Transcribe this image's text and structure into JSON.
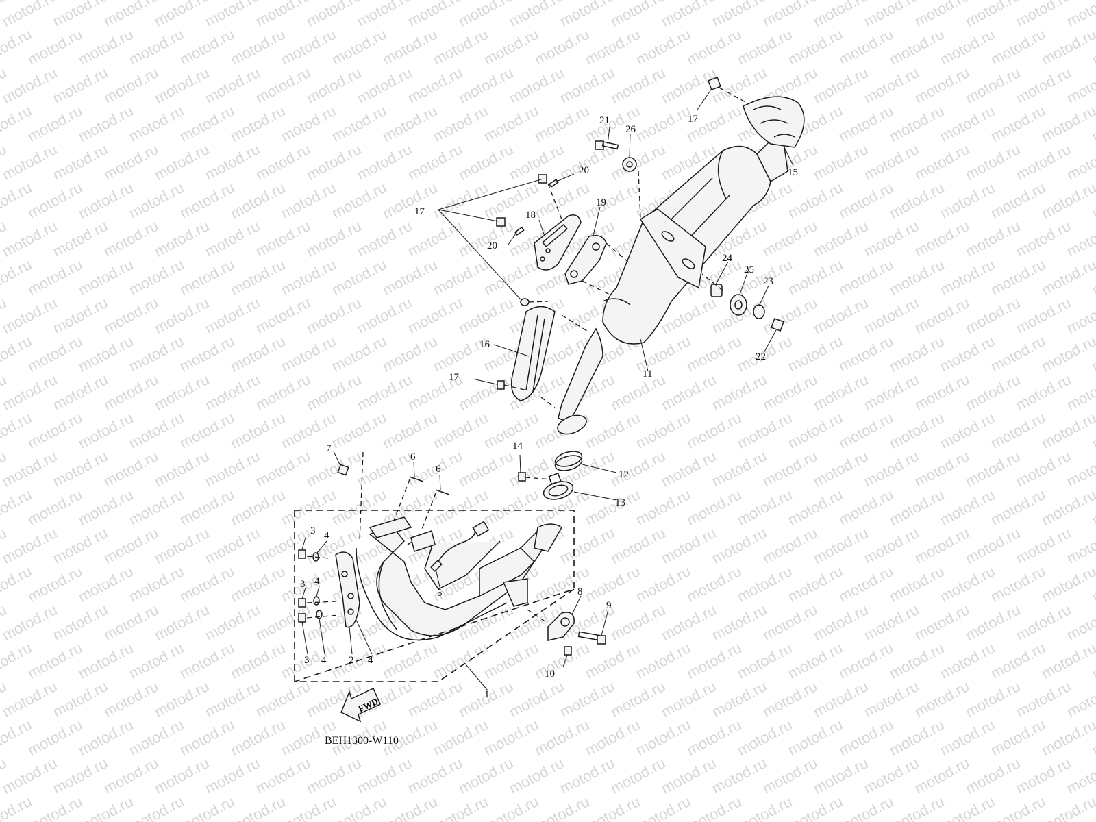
{
  "watermark": {
    "text": "motod.ru"
  },
  "diagram": {
    "code": "BEH1300-W110",
    "fwd_label": "FWD",
    "labels": {
      "l1": "1",
      "l2": "2",
      "l3a": "3",
      "l3b": "3",
      "l3c": "3",
      "l4a": "4",
      "l4b": "4",
      "l4c": "4",
      "l4d": "4",
      "l5": "5",
      "l6a": "6",
      "l6b": "6",
      "l7": "7",
      "l8": "8",
      "l9": "9",
      "l10": "10",
      "l11": "11",
      "l12": "12",
      "l13": "13",
      "l14": "14",
      "l15": "15",
      "l16": "16",
      "l17a": "17",
      "l17b": "17",
      "l17c": "17",
      "l18": "18",
      "l19": "19",
      "l20a": "20",
      "l20b": "20",
      "l21": "21",
      "l22": "22",
      "l23": "23",
      "l24": "24",
      "l25": "25",
      "l26": "26"
    }
  }
}
